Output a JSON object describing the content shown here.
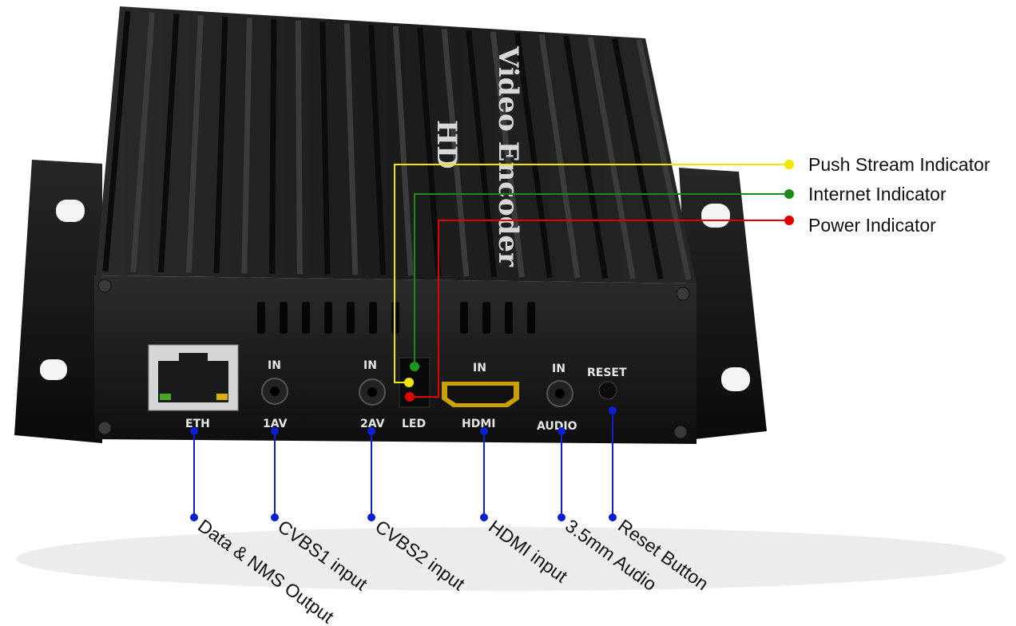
{
  "device": {
    "top_line1": "HD",
    "top_line2": "Video Encoder"
  },
  "ports": {
    "eth": "ETH",
    "av1_in": "IN",
    "av1": "1AV",
    "av2_in": "IN",
    "av2": "2AV",
    "led": "LED",
    "hdmi_in": "IN",
    "hdmi": "HDMI",
    "audio_in": "IN",
    "audio": "AUDIO",
    "reset": "RESET"
  },
  "indicators": [
    {
      "label": "Push Stream Indicator",
      "color": "#f2e600"
    },
    {
      "label": "Internet Indicator",
      "color": "#1a8a1a"
    },
    {
      "label": "Power Indicator",
      "color": "#e00000"
    }
  ],
  "bottom_labels": {
    "eth": "Data & NMS Output",
    "av1": "CVBS1 input",
    "av2": "CVBS2 input",
    "hdmi": "HDMI input",
    "audio": "3.5mm Audio",
    "reset": "Reset Button"
  },
  "colors": {
    "body": "#141414",
    "callout_blue": "#0a1fd0"
  }
}
